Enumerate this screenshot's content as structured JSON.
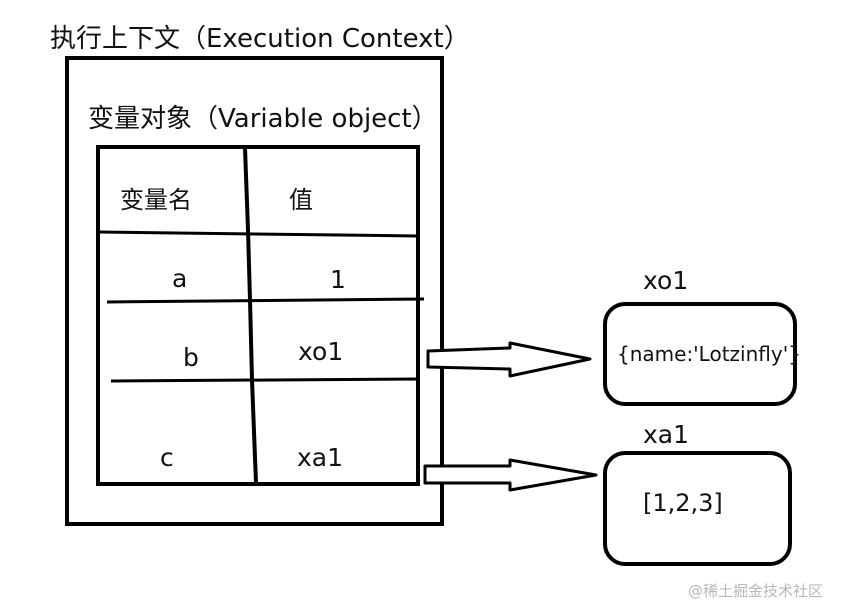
{
  "execution_context": {
    "title": "执行上下文（Execution Context）"
  },
  "variable_object": {
    "title": "变量对象（Variable object）",
    "headers": {
      "name": "变量名",
      "value": "值"
    },
    "rows": [
      {
        "name": "a",
        "value": "1"
      },
      {
        "name": "b",
        "value": "xo1"
      },
      {
        "name": "c",
        "value": "xa1"
      }
    ]
  },
  "heap": {
    "xo1": {
      "label": "xo1",
      "content": "{name:'Lotzinfly'}"
    },
    "xa1": {
      "label": "xa1",
      "content": "[1,2,3]"
    }
  },
  "watermark": "@稀土掘金技术社区"
}
